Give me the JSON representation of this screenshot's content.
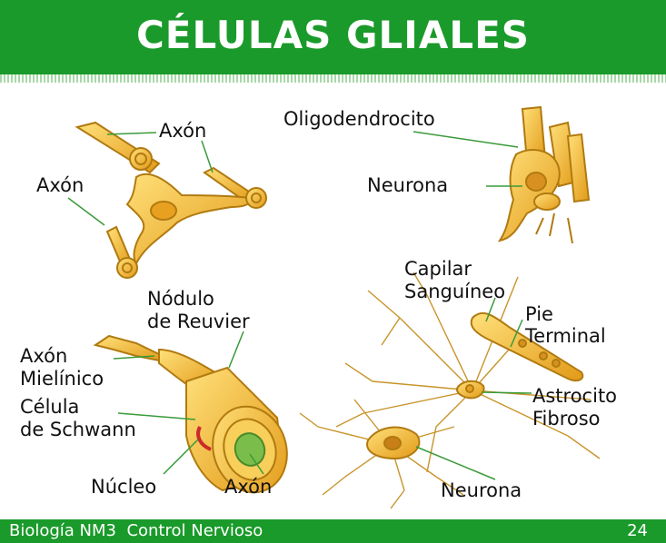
{
  "header": {
    "title": "CÉLULAS GLIALES"
  },
  "labels": {
    "axon_top": "Axón",
    "axon_left": "Axón",
    "oligodendrocito": "Oligodendrocito",
    "neurona_top": "Neurona",
    "capilar_1": "Capilar",
    "capilar_2": "Sanguíneo",
    "pie_1": "Pie",
    "pie_2": "Terminal",
    "nodulo_1": "Nódulo",
    "nodulo_2": "de Reuvier",
    "axon_mielinico_1": "Axón",
    "axon_mielinico_2": "Mielínico",
    "schwann_1": "Célula",
    "schwann_2": "de Schwann",
    "astrocito_1": "Astrocito",
    "astrocito_2": "Fibroso",
    "nucleo": "Núcleo",
    "axon_bottom": "Axón",
    "neurona_bottom": "Neurona"
  },
  "footer": {
    "course": "Biología NM3  Control Nervioso",
    "page": "24"
  },
  "colors": {
    "header_green": "#1a9a2a",
    "cell_yellow": "#f2b631",
    "cell_outline": "#b07a10",
    "leader_green": "#3a9a3a"
  }
}
